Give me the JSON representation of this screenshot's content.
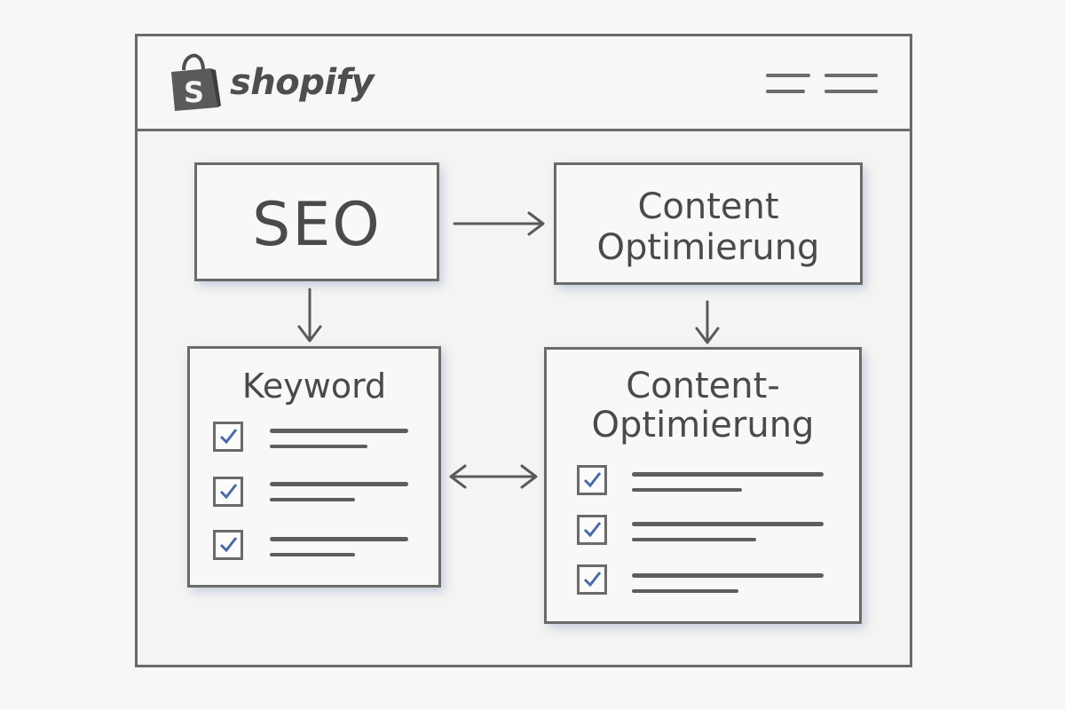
{
  "brand": {
    "name": "shopify",
    "logo_icon": "shopping-bag-icon",
    "menu_icon": "hamburger-menu-icon"
  },
  "nodes": {
    "seo": {
      "label": "SEO"
    },
    "content_top": {
      "line1": "Content",
      "line2": "Optimierung"
    },
    "keyword": {
      "title": "Keyword",
      "checklist": [
        true,
        true,
        true
      ]
    },
    "content_bottom": {
      "line1": "Content-",
      "line2": "Optimierung",
      "checklist": [
        true,
        true,
        true
      ]
    }
  },
  "edges": [
    {
      "from": "SEO",
      "to": "Content Optimierung",
      "type": "arrow"
    },
    {
      "from": "SEO",
      "to": "Keyword",
      "type": "arrow"
    },
    {
      "from": "Content Optimierung",
      "to": "Content-Optimierung",
      "type": "arrow"
    },
    {
      "from": "Keyword",
      "to": "Content-Optimierung",
      "type": "bidirectional"
    }
  ],
  "colors": {
    "stroke": "#6a6a6a",
    "check": "#4a6aa8",
    "shadow": "#8ca0d0"
  }
}
